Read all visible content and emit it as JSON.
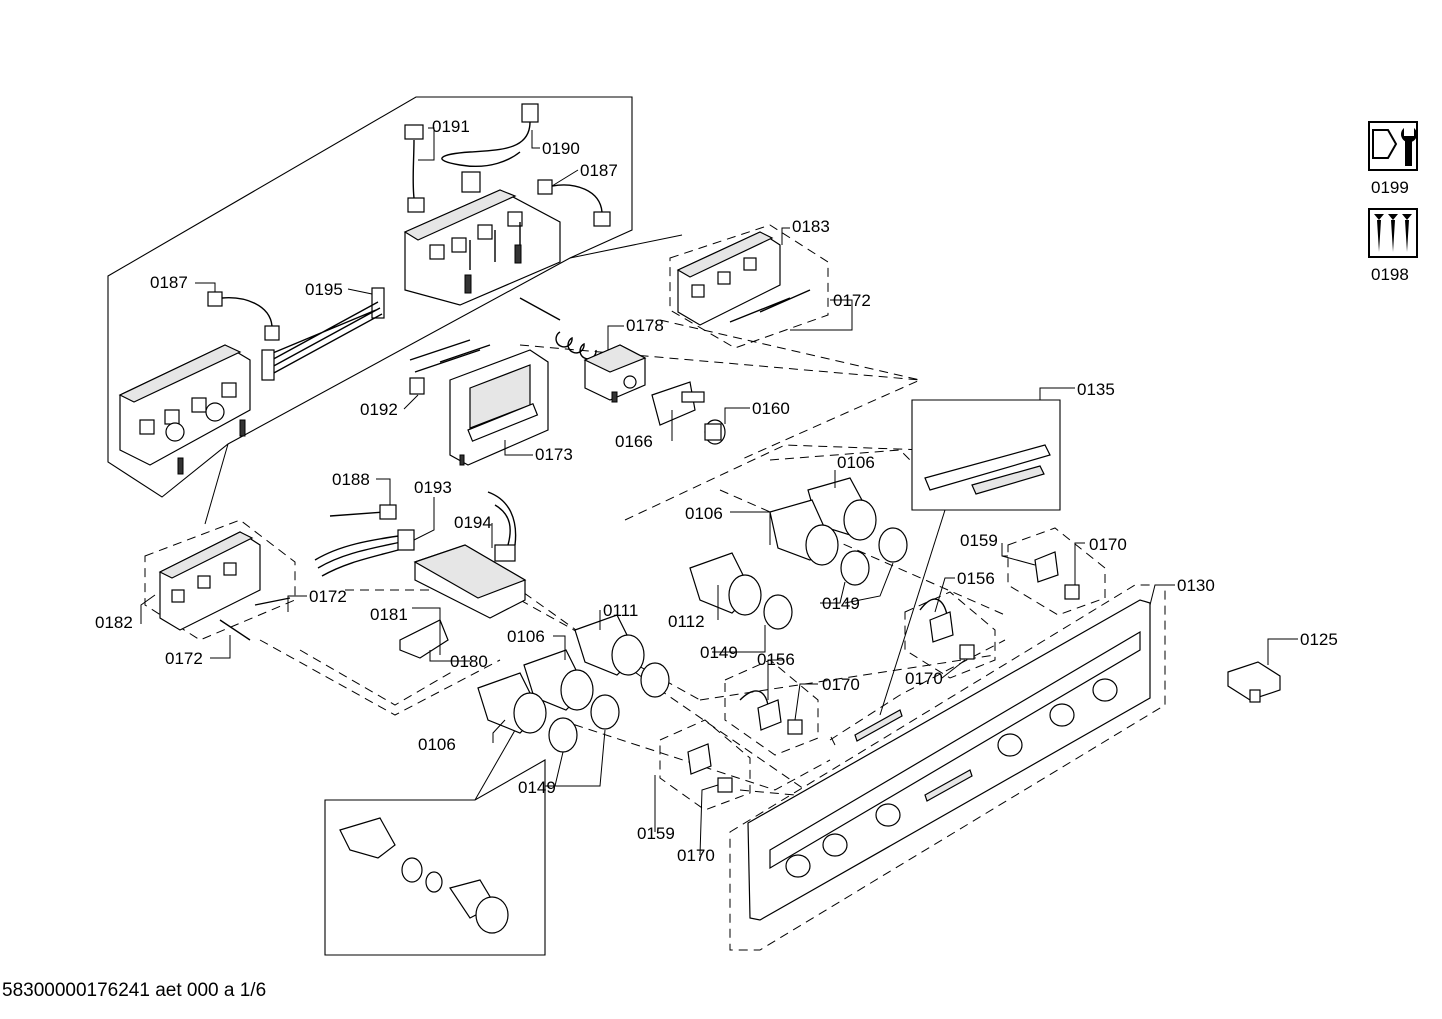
{
  "document_id": "58300000176241 aet 000 a 1/6",
  "part_labels": {
    "p0191": "0191",
    "p0190": "0190",
    "p0187a": "0187",
    "p0187b": "0187",
    "p0195": "0195",
    "p0183": "0183",
    "p0172a": "0172",
    "p0178": "0178",
    "p0192": "0192",
    "p0173": "0173",
    "p0160": "0160",
    "p0166": "0166",
    "p0135": "0135",
    "p0106a": "0106",
    "p0106b": "0106",
    "p0106c": "0106",
    "p0106d": "0106",
    "p0188": "0188",
    "p0193": "0193",
    "p0194": "0194",
    "p0159a": "0159",
    "p0159b": "0159",
    "p0170a": "0170",
    "p0170b": "0170",
    "p0170c": "0170",
    "p0170d": "0170",
    "p0156a": "0156",
    "p0156b": "0156",
    "p0130": "0130",
    "p0182": "0182",
    "p0172b": "0172",
    "p0172c": "0172",
    "p0181": "0181",
    "p0111": "0111",
    "p0149a": "0149",
    "p0149b": "0149",
    "p0149c": "0149",
    "p0112": "0112",
    "p0180": "0180",
    "p0125": "0125",
    "p0199": "0199",
    "p0198": "0198"
  },
  "legend_icons": [
    "wrench-tool-icon",
    "screws-icon"
  ]
}
